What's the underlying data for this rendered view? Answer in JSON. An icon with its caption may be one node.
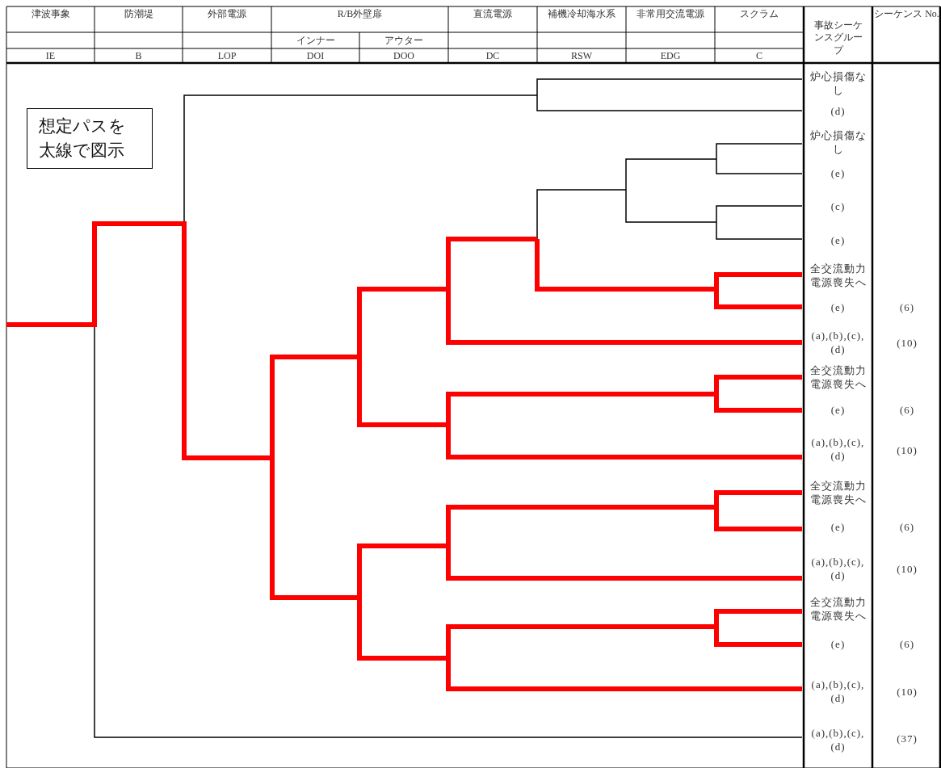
{
  "diagram": {
    "nodes": [
      {
        "text": [
          "想定パスを太線で図示"
        ]
      }
    ],
    "labels": [
      "津波事象",
      "防潮堤",
      "外部電源",
      "R/B外壁扉",
      "直流電源",
      "補機冷却海水系",
      "非常用交流電源",
      "スクラム",
      "事故シーケンスグループ",
      "シーケンス No.",
      "インナー",
      "アウター",
      "IE",
      "B",
      "LOP",
      "DOI",
      "DOO",
      "DC",
      "RSW",
      "EDG",
      "C",
      "炉心損傷なし",
      "(d)",
      "炉心損傷なし",
      "(e)",
      "(c)",
      "(e)",
      "全交流動力電源喪失へ",
      "(e)",
      "(6)",
      "(a),(b),(c),(d)",
      "(10)",
      "全交流動力電源喪失へ",
      "(e)",
      "(6)",
      "(a),(b),(c),(d)",
      "(10)",
      "全交流動力電源喪失へ",
      "(e)",
      "(6)",
      "(a),(b),(c),(d)",
      "(10)",
      "全交流動力電源喪失へ",
      "(e)",
      "(6)",
      "(a),(b),(c),(d)",
      "(10)",
      "(a),(b),(c),(d)",
      "(37)"
    ]
  }
}
